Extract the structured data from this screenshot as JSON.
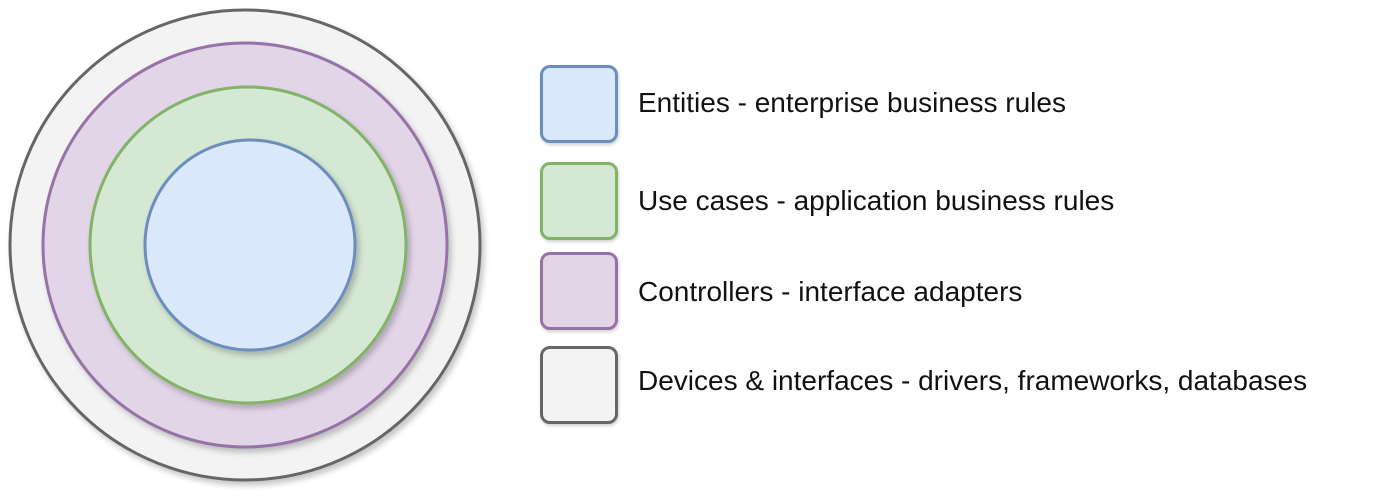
{
  "layers": [
    {
      "key": "devices",
      "label": "Devices & interfaces - drivers, frameworks, databases",
      "fill": "#f3f3f3",
      "stroke": "#666666"
    },
    {
      "key": "controllers",
      "label": "Controllers - interface adapters",
      "fill": "#e1d5e7",
      "stroke": "#9673a6"
    },
    {
      "key": "use-cases",
      "label": "Use cases - application business rules",
      "fill": "#d5e8d4",
      "stroke": "#82b366"
    },
    {
      "key": "entities",
      "label": "Entities - enterprise business rules",
      "fill": "#dae8fc",
      "stroke": "#6c8ebf"
    }
  ],
  "legend": [
    {
      "label": "Entities - enterprise business rules",
      "fill": "#dae8fc",
      "stroke": "#6c8ebf"
    },
    {
      "label": "Use cases - application business rules",
      "fill": "#d5e8d4",
      "stroke": "#82b366"
    },
    {
      "label": "Controllers - interface adapters",
      "fill": "#e1d5e7",
      "stroke": "#9673a6"
    },
    {
      "label": "Devices & interfaces - drivers, frameworks, databases",
      "fill": "#f3f3f3",
      "stroke": "#666666"
    }
  ]
}
